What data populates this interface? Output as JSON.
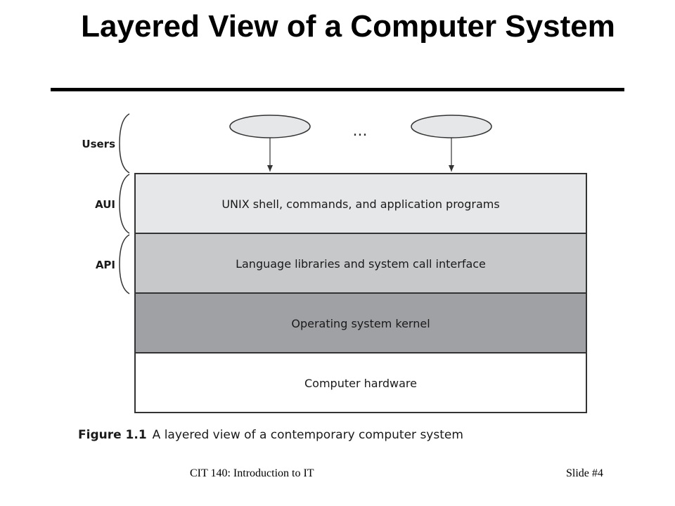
{
  "slide": {
    "title": "Layered View of a Computer System",
    "footer_course": "CIT 140: Introduction to IT",
    "footer_slide": "Slide #4"
  },
  "diagram": {
    "ellipsis": "...",
    "side_labels": [
      "Users",
      "AUI",
      "API"
    ],
    "layers": [
      {
        "label": "UNIX shell, commands, and application programs",
        "color": "#e6e7e8"
      },
      {
        "label": "Language libraries and system call interface",
        "color": "#c7c8ca"
      },
      {
        "label": "Operating system kernel",
        "color": "#a0a1a4"
      },
      {
        "label": "Computer hardware",
        "color": "#ffffff"
      }
    ],
    "caption_number": "Figure 1.1",
    "caption_text": "A layered view of a contemporary computer system"
  }
}
